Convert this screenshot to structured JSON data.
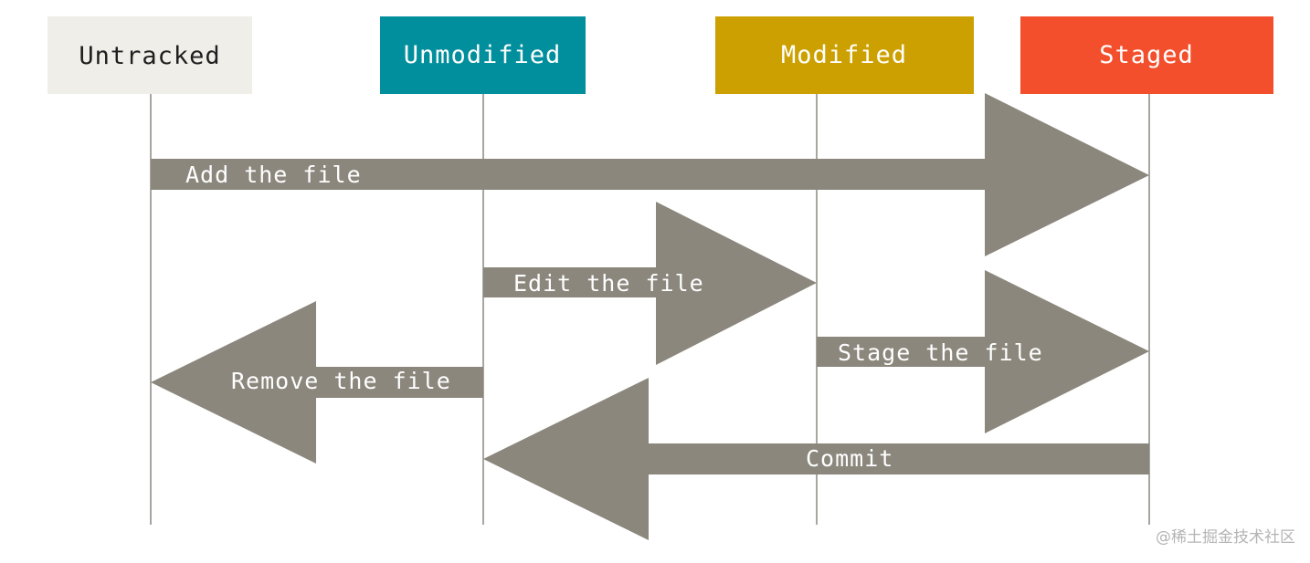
{
  "states": [
    {
      "key": "untracked",
      "label": "Untracked",
      "color": "#efeee9",
      "text_color": "#1f1f1f"
    },
    {
      "key": "unmodified",
      "label": "Unmodified",
      "color": "#028f9d",
      "text_color": "#ffffff"
    },
    {
      "key": "modified",
      "label": "Modified",
      "color": "#cca000",
      "text_color": "#ffffff"
    },
    {
      "key": "staged",
      "label": "Staged",
      "color": "#f34f2c",
      "text_color": "#ffffff"
    }
  ],
  "transitions": [
    {
      "key": "add",
      "label": "Add the file",
      "from": "untracked",
      "to": "staged"
    },
    {
      "key": "edit",
      "label": "Edit the file",
      "from": "unmodified",
      "to": "modified"
    },
    {
      "key": "stage",
      "label": "Stage the file",
      "from": "modified",
      "to": "staged"
    },
    {
      "key": "remove",
      "label": "Remove the file",
      "from": "unmodified",
      "to": "untracked"
    },
    {
      "key": "commit",
      "label": "Commit",
      "from": "staged",
      "to": "unmodified"
    }
  ],
  "colors": {
    "arrow": "#8b877d",
    "lifeline": "#a8a6a0"
  },
  "watermark": "@稀土掘金技术社区"
}
